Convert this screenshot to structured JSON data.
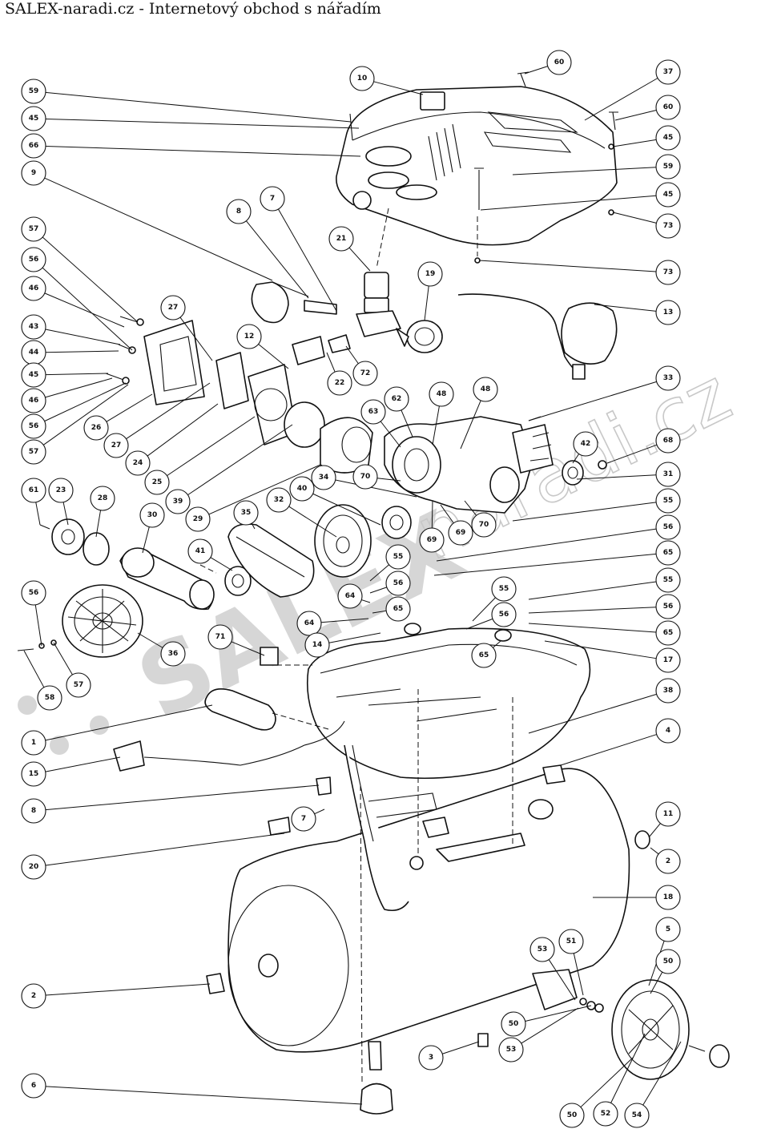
{
  "header": {
    "title": "SALEX-naradi.cz - Internetový obchod s nářadím"
  },
  "watermark": {
    "brand": "SALEX",
    "suffix": "naradi.cz"
  },
  "colors": {
    "ink": "#111111",
    "watermark": "#d0d0d0",
    "background": "#ffffff"
  },
  "callouts": [
    {
      "label": "59"
    },
    {
      "label": "45"
    },
    {
      "label": "66"
    },
    {
      "label": "9"
    },
    {
      "label": "57"
    },
    {
      "label": "56"
    },
    {
      "label": "46"
    },
    {
      "label": "43"
    },
    {
      "label": "44"
    },
    {
      "label": "45"
    },
    {
      "label": "46"
    },
    {
      "label": "56"
    },
    {
      "label": "57"
    },
    {
      "label": "61"
    },
    {
      "label": "23"
    },
    {
      "label": "28"
    },
    {
      "label": "56"
    },
    {
      "label": "58"
    },
    {
      "label": "57"
    },
    {
      "label": "1"
    },
    {
      "label": "15"
    },
    {
      "label": "8"
    },
    {
      "label": "20"
    },
    {
      "label": "2"
    },
    {
      "label": "6"
    },
    {
      "label": "10"
    },
    {
      "label": "60"
    },
    {
      "label": "37"
    },
    {
      "label": "60"
    },
    {
      "label": "45"
    },
    {
      "label": "59"
    },
    {
      "label": "45"
    },
    {
      "label": "73"
    },
    {
      "label": "73"
    },
    {
      "label": "13"
    },
    {
      "label": "33"
    },
    {
      "label": "68"
    },
    {
      "label": "31"
    },
    {
      "label": "55"
    },
    {
      "label": "56"
    },
    {
      "label": "65"
    },
    {
      "label": "55"
    },
    {
      "label": "56"
    },
    {
      "label": "65"
    },
    {
      "label": "17"
    },
    {
      "label": "38"
    },
    {
      "label": "4"
    },
    {
      "label": "11"
    },
    {
      "label": "2"
    },
    {
      "label": "18"
    },
    {
      "label": "5"
    },
    {
      "label": "50"
    },
    {
      "label": "8"
    },
    {
      "label": "7"
    },
    {
      "label": "21"
    },
    {
      "label": "19"
    },
    {
      "label": "27"
    },
    {
      "label": "12"
    },
    {
      "label": "22"
    },
    {
      "label": "72"
    },
    {
      "label": "48"
    },
    {
      "label": "48"
    },
    {
      "label": "62"
    },
    {
      "label": "63"
    },
    {
      "label": "26"
    },
    {
      "label": "27"
    },
    {
      "label": "24"
    },
    {
      "label": "25"
    },
    {
      "label": "39"
    },
    {
      "label": "30"
    },
    {
      "label": "29"
    },
    {
      "label": "35"
    },
    {
      "label": "32"
    },
    {
      "label": "40"
    },
    {
      "label": "34"
    },
    {
      "label": "70"
    },
    {
      "label": "42"
    },
    {
      "label": "69"
    },
    {
      "label": "69"
    },
    {
      "label": "70"
    },
    {
      "label": "41"
    },
    {
      "label": "55"
    },
    {
      "label": "56"
    },
    {
      "label": "64"
    },
    {
      "label": "65"
    },
    {
      "label": "55"
    },
    {
      "label": "56"
    },
    {
      "label": "64"
    },
    {
      "label": "14"
    },
    {
      "label": "71"
    },
    {
      "label": "36"
    },
    {
      "label": "65"
    },
    {
      "label": "7"
    },
    {
      "label": "51"
    },
    {
      "label": "53"
    },
    {
      "label": "50"
    },
    {
      "label": "53"
    },
    {
      "label": "3"
    },
    {
      "label": "50"
    },
    {
      "label": "52"
    },
    {
      "label": "54"
    }
  ]
}
